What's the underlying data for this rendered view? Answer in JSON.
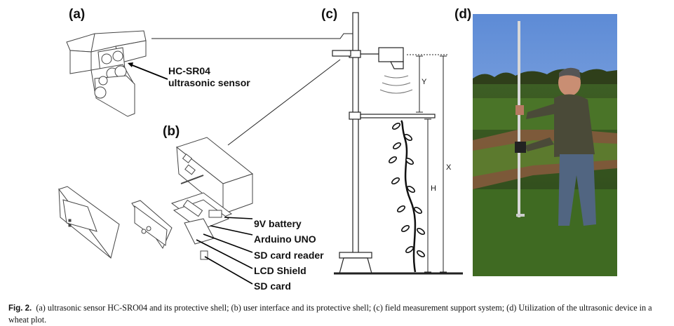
{
  "panels": {
    "a": "(a)",
    "b": "(b)",
    "c": "(c)",
    "d": "(d)"
  },
  "labels": {
    "sensor_line1": "HC-SR04",
    "sensor_line2": "ultrasonic sensor",
    "battery": "9V battery",
    "arduino": "Arduino UNO",
    "sd_reader": "SD card reader",
    "lcd": "LCD Shield",
    "sd_card": "SD card",
    "dim_y": "Y",
    "dim_x": "X",
    "dim_h": "H"
  },
  "caption": {
    "fig": "Fig. 2.",
    "text": "(a) ultrasonic sensor HC-SRO04 and its protective shell; (b) user interface and its protective shell; (c) field measurement support system; (d) Utilization of the ultrasonic device in a wheat plot."
  }
}
